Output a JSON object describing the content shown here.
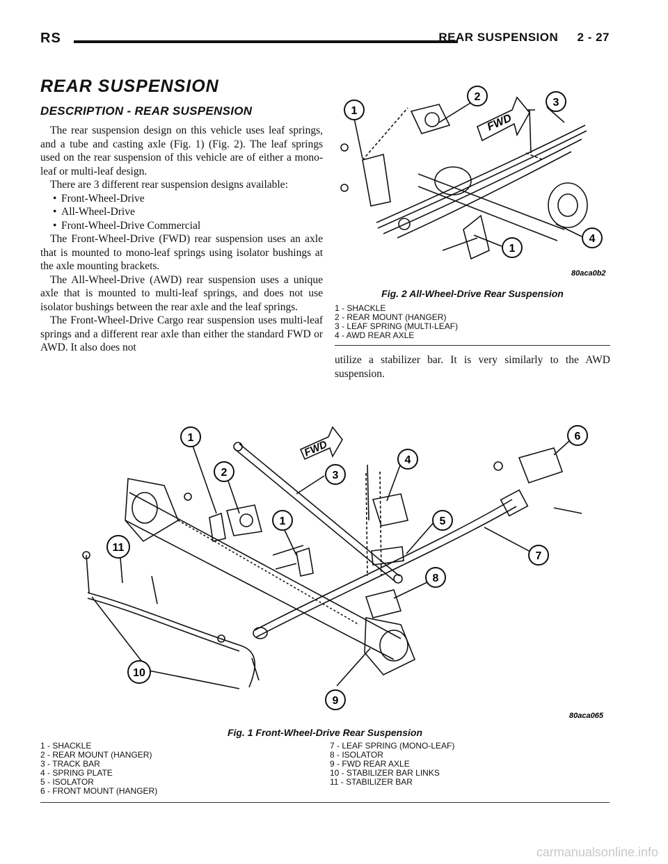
{
  "header": {
    "left": "RS",
    "section": "REAR SUSPENSION",
    "page": "2 - 27"
  },
  "title": "REAR SUSPENSION",
  "subtitle": "DESCRIPTION - REAR SUSPENSION",
  "body": {
    "p1": "The rear suspension design on this vehicle uses leaf springs, and a tube and casting axle (Fig. 1) (Fig. 2). The leaf springs used on the rear suspension of this vehicle are of either a mono-leaf or multi-leaf design.",
    "p2": "There are 3 different rear suspension designs available:",
    "bullets": [
      "Front-Wheel-Drive",
      "All-Wheel-Drive",
      "Front-Wheel-Drive Commercial"
    ],
    "p3": "The Front-Wheel-Drive (FWD) rear suspension uses an axle that is mounted to mono-leaf springs using isolator bushings at the axle mounting brackets.",
    "p4": "The All-Wheel-Drive (AWD) rear suspension uses a unique axle that is mounted to multi-leaf springs, and does not use isolator bushings between the rear axle and the leaf springs.",
    "p5": "The Front-Wheel-Drive Cargo rear suspension uses multi-leaf springs and a different rear axle than either the standard FWD or AWD. It also does not",
    "p5_cont": "utilize a stabilizer bar. It is very similarly to the AWD suspension."
  },
  "fig2": {
    "caption": "Fig. 2 All-Wheel-Drive Rear Suspension",
    "code": "80aca0b2",
    "fwd_label": "FWD",
    "legend": [
      "1 - SHACKLE",
      "2 - REAR MOUNT (HANGER)",
      "3 - LEAF SPRING (MULTI-LEAF)",
      "4 - AWD REAR AXLE"
    ],
    "callouts": [
      "1",
      "2",
      "3",
      "4",
      "1"
    ]
  },
  "fig1": {
    "caption": "Fig. 1 Front-Wheel-Drive Rear Suspension",
    "code": "80aca065",
    "fwd_label": "FWD",
    "legend_left": [
      "1 - SHACKLE",
      "2 - REAR MOUNT (HANGER)",
      "3 - TRACK BAR",
      "4 - SPRING PLATE",
      "5 - ISOLATOR",
      "6 - FRONT MOUNT (HANGER)"
    ],
    "legend_right": [
      "7 - LEAF SPRING (MONO-LEAF)",
      "8 - ISOLATOR",
      "9 - FWD REAR AXLE",
      "10 - STABILIZER BAR LINKS",
      "11 - STABILIZER BAR"
    ],
    "callouts": [
      "1",
      "2",
      "3",
      "4",
      "1",
      "5",
      "6",
      "7",
      "8",
      "9",
      "10",
      "11"
    ]
  },
  "watermark": "carmanualsonline.info"
}
